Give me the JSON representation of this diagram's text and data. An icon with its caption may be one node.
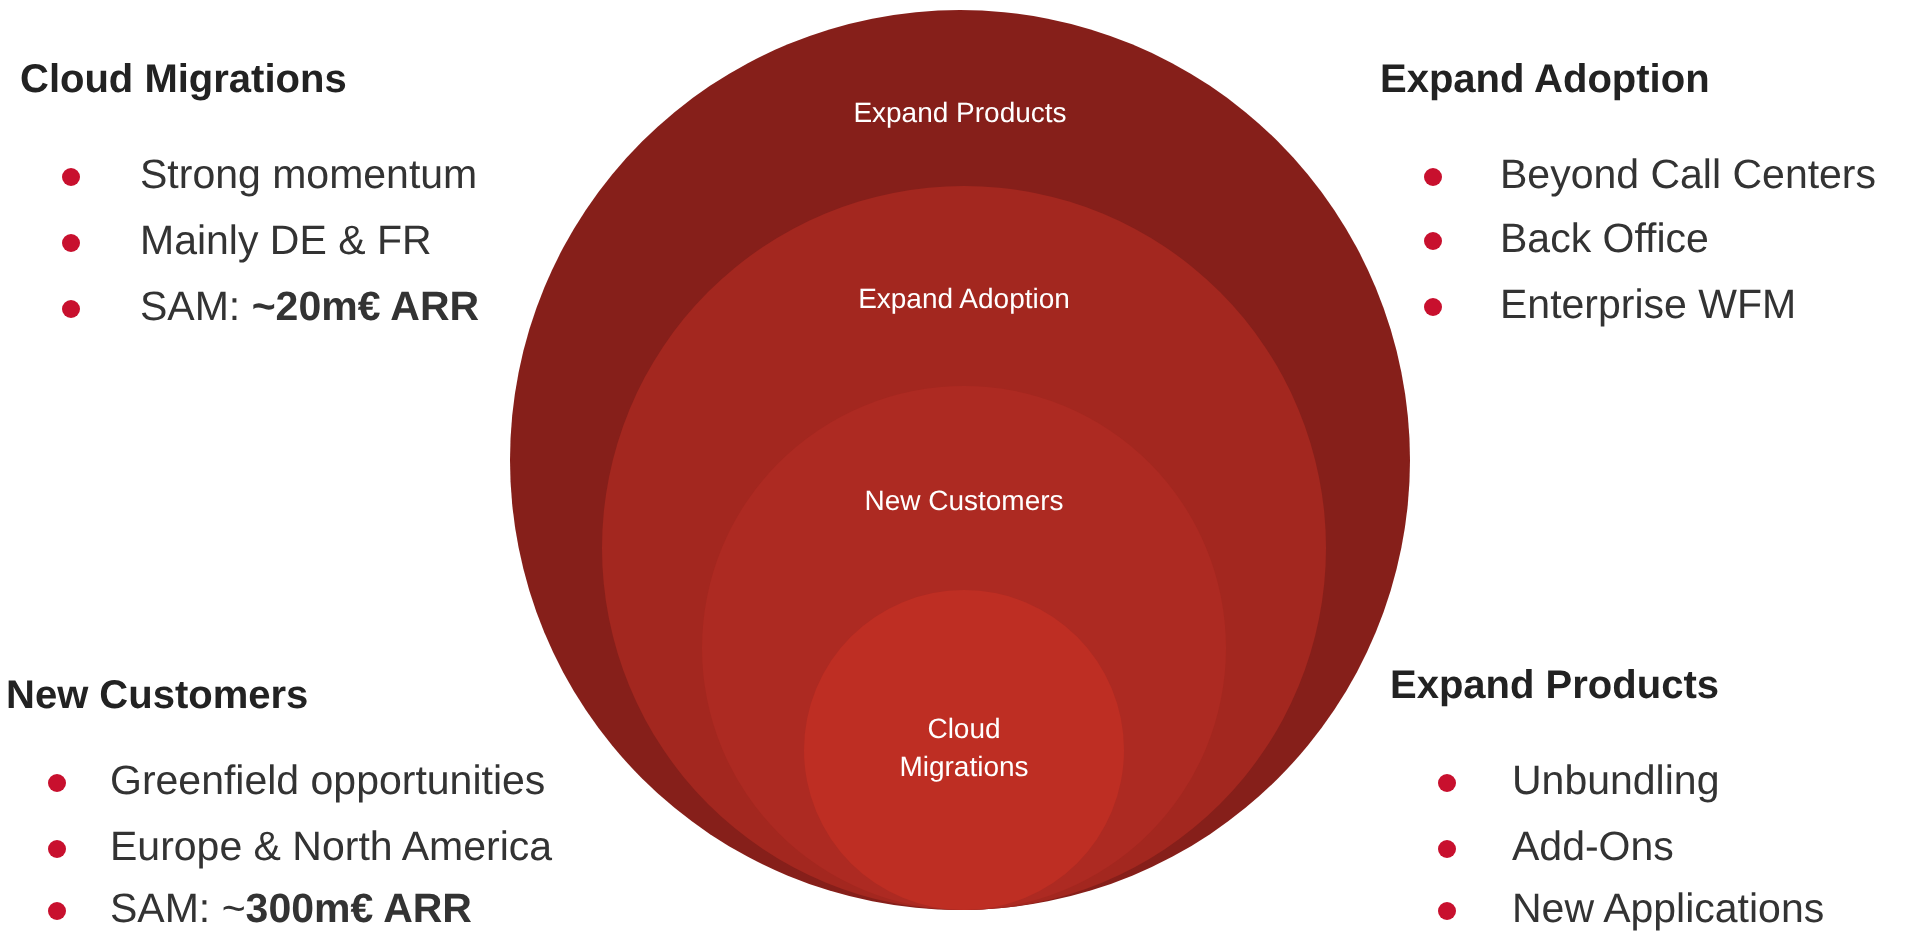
{
  "diagram": {
    "nodes": [
      {
        "text": [
          "Expand Products"
        ]
      },
      {
        "text": [
          "Expand Adoption"
        ],
        "in": 0
      },
      {
        "text": [
          "New Customers"
        ],
        "in": 1
      },
      {
        "text": [
          "Cloud Migrations"
        ],
        "in": 2
      }
    ],
    "labels": [
      "Cloud Migrations",
      "Strong momentum",
      "Mainly DE & FR",
      "SAM: **~20m€ ARR**",
      "Expand Adoption",
      "Beyond Call Centers",
      "Back Office",
      "Enterprise WFM",
      "New Customers",
      "Greenfield opportunities",
      "Europe & North America",
      "SAM: ~**300m€ ARR**",
      "Expand Products",
      "Unbundling",
      "Add-Ons",
      "New Applications"
    ]
  }
}
